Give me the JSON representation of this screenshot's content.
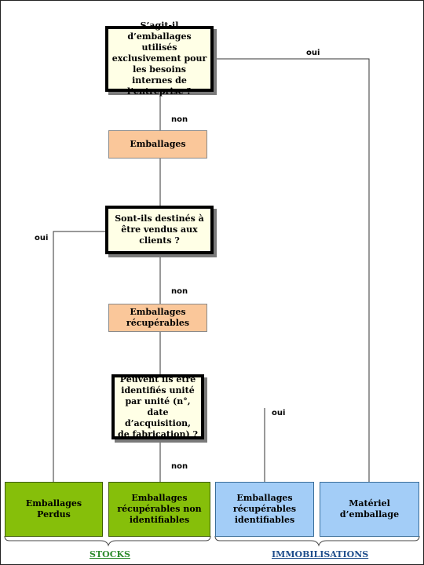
{
  "questions": {
    "q1": "S’agit-il d’emballages utilisés exclusivement pour les besoins internes de l’entreprise ?",
    "q2": "Sont-ils destinés à être vendus aux clients ?",
    "q3": "Peuvent ils être identifiés unité par unité (n°, date d’acquisition, de fabrication) ?"
  },
  "nodes": {
    "emballages": "Emballages",
    "emballages_recuperables": "Emballages récupérables",
    "perdus": "Emballages Perdus",
    "recup_non_identifiables": "Emballages récupérables non identifiables",
    "recup_identifiables": "Emballages récupérables identifiables",
    "materiel_emballage": "Matériel d’emballage"
  },
  "edges": {
    "oui_q1": "oui",
    "non_q1": "non",
    "oui_q2": "oui",
    "non_q2": "non",
    "oui_q3": "oui",
    "non_q3": "non"
  },
  "footer": {
    "stocks": "STOCKS",
    "immobilisations": "IMMOBILISATIONS"
  },
  "colors": {
    "question_fill": "#ffffe6",
    "category_fill": "#fac79a",
    "stocks_fill": "#86bf0a",
    "immobilisations_fill": "#a3cdf7",
    "stocks_text": "#2e8b2e",
    "immobilisations_text": "#1f4e8c"
  }
}
